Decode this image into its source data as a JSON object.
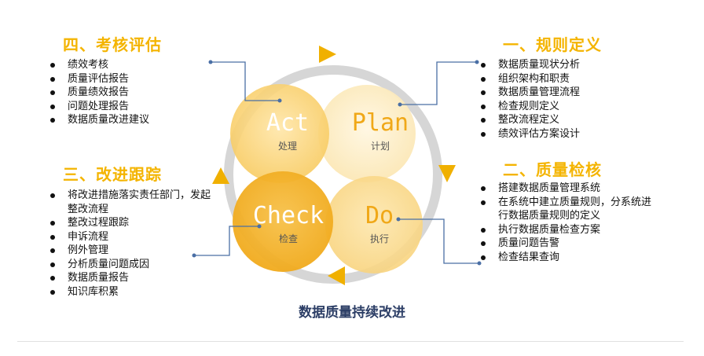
{
  "sections": {
    "act": {
      "title": "四、考核评估",
      "items": [
        "绩效考核",
        "质量评估报告",
        "质量绩效报告",
        "问题处理报告",
        "数据质量改进建议"
      ]
    },
    "plan": {
      "title": "一、规则定义",
      "items": [
        "数据质量现状分析",
        "组织架构和职责",
        "数据质量管理流程",
        "检查规则定义",
        "整改流程定义",
        "绩效评估方案设计"
      ]
    },
    "check": {
      "title": "三、改进跟踪",
      "items": [
        "将改进措施落实责任部门，发起整改流程",
        "整改过程跟踪",
        "申诉流程",
        "例外管理",
        "分析质量问题成因",
        "数据质量报告",
        "知识库积累"
      ]
    },
    "do": {
      "title": "二、质量检核",
      "items": [
        "搭建数据质量管理系统",
        "在系统中建立质量规则，分系统进行数据质量规则的定义",
        "执行数据质量检查方案",
        "质量问题告警",
        "检查结果查询"
      ]
    }
  },
  "cycle": {
    "act": {
      "en": "Act",
      "cn": "处理"
    },
    "plan": {
      "en": "Plan",
      "cn": "计划"
    },
    "check": {
      "en": "Check",
      "cn": "检查"
    },
    "do": {
      "en": "Do",
      "cn": "执行"
    }
  },
  "footer": "数据质量持续改进",
  "colors": {
    "title_yellow": "#f4b400",
    "arrow_gold": "#f0b000",
    "ring_gray": "#d6d6d6",
    "connector_blue": "#4a6fa5",
    "footer_navy": "#2c3e66"
  }
}
